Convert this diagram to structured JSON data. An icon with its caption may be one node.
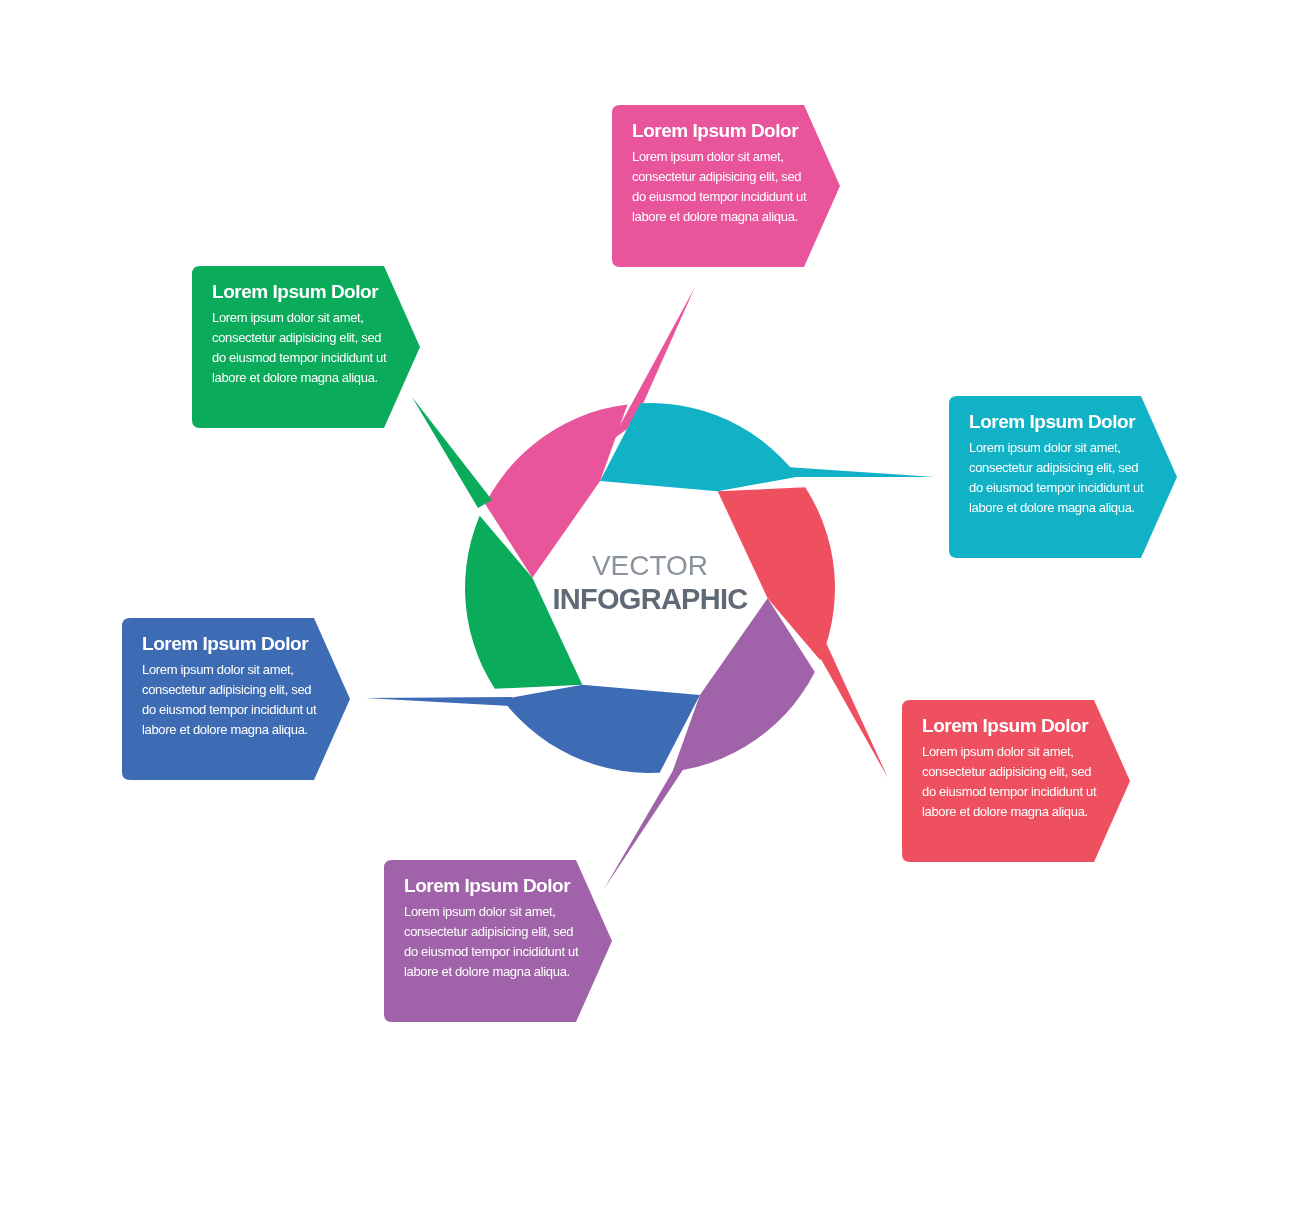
{
  "diagram": {
    "nodes": [
      {
        "text": [
          "Lorem Ipsum Dolor",
          "Lorem ipsum dolor sit amet, consectetur adipisicing elit, sed do eiusmod tempor incididunt ut labore et dolore magna aliqua."
        ]
      },
      {
        "text": [
          "Lorem Ipsum Dolor",
          "Lorem ipsum dolor sit amet, consectetur adipisicing elit, sed do eiusmod tempor incididunt ut labore et dolore magna aliqua."
        ]
      },
      {
        "text": [
          "Lorem Ipsum Dolor",
          "Lorem ipsum dolor sit amet, consectetur adipisicing elit, sed do eiusmod tempor incididunt ut labore et dolore magna aliqua."
        ]
      },
      {
        "text": [
          "Lorem Ipsum Dolor",
          "Lorem ipsum dolor sit amet, consectetur adipisicing elit, sed do eiusmod tempor incididunt ut labore et dolore magna aliqua."
        ]
      },
      {
        "text": [
          "Lorem Ipsum Dolor",
          "Lorem ipsum dolor sit amet, consectetur adipisicing elit, sed do eiusmod tempor incididunt ut labore et dolore magna aliqua."
        ]
      },
      {
        "text": [
          "Lorem Ipsum Dolor",
          "Lorem ipsum dolor sit amet, consectetur adipisicing elit, sed do eiusmod tempor incididunt ut labore et dolore magna aliqua."
        ]
      }
    ],
    "labels": [
      "VECTOR",
      "INFOGRAPHIC"
    ]
  }
}
